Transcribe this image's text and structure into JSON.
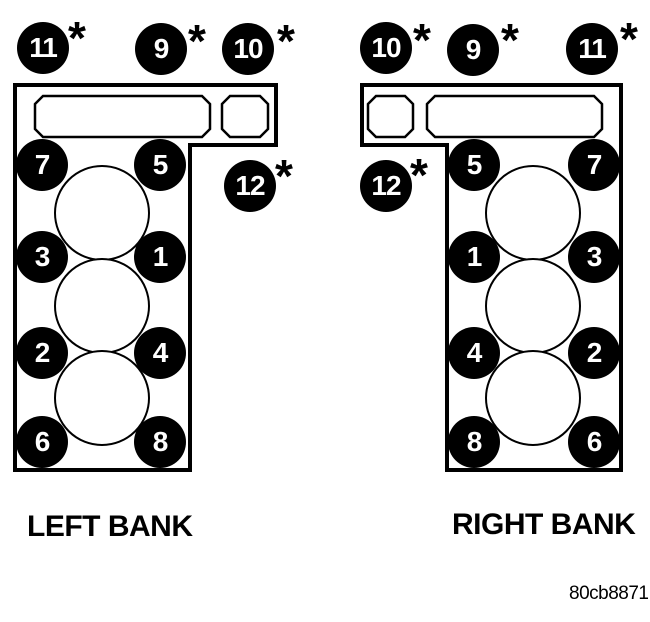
{
  "figure_code": "80cb8871",
  "star_char": "*",
  "banks": [
    {
      "name": "left",
      "label": "LEFT BANK",
      "bolts": [
        {
          "num": "11",
          "star": true
        },
        {
          "num": "9",
          "star": true
        },
        {
          "num": "10",
          "star": true
        },
        {
          "num": "12",
          "star": true
        },
        {
          "num": "7"
        },
        {
          "num": "5"
        },
        {
          "num": "3"
        },
        {
          "num": "1"
        },
        {
          "num": "2"
        },
        {
          "num": "4"
        },
        {
          "num": "6"
        },
        {
          "num": "8"
        }
      ]
    },
    {
      "name": "right",
      "label": "RIGHT BANK",
      "bolts": [
        {
          "num": "10",
          "star": true
        },
        {
          "num": "9",
          "star": true
        },
        {
          "num": "11",
          "star": true
        },
        {
          "num": "12",
          "star": true
        },
        {
          "num": "5"
        },
        {
          "num": "7"
        },
        {
          "num": "1"
        },
        {
          "num": "3"
        },
        {
          "num": "4"
        },
        {
          "num": "2"
        },
        {
          "num": "8"
        },
        {
          "num": "6"
        }
      ]
    }
  ]
}
